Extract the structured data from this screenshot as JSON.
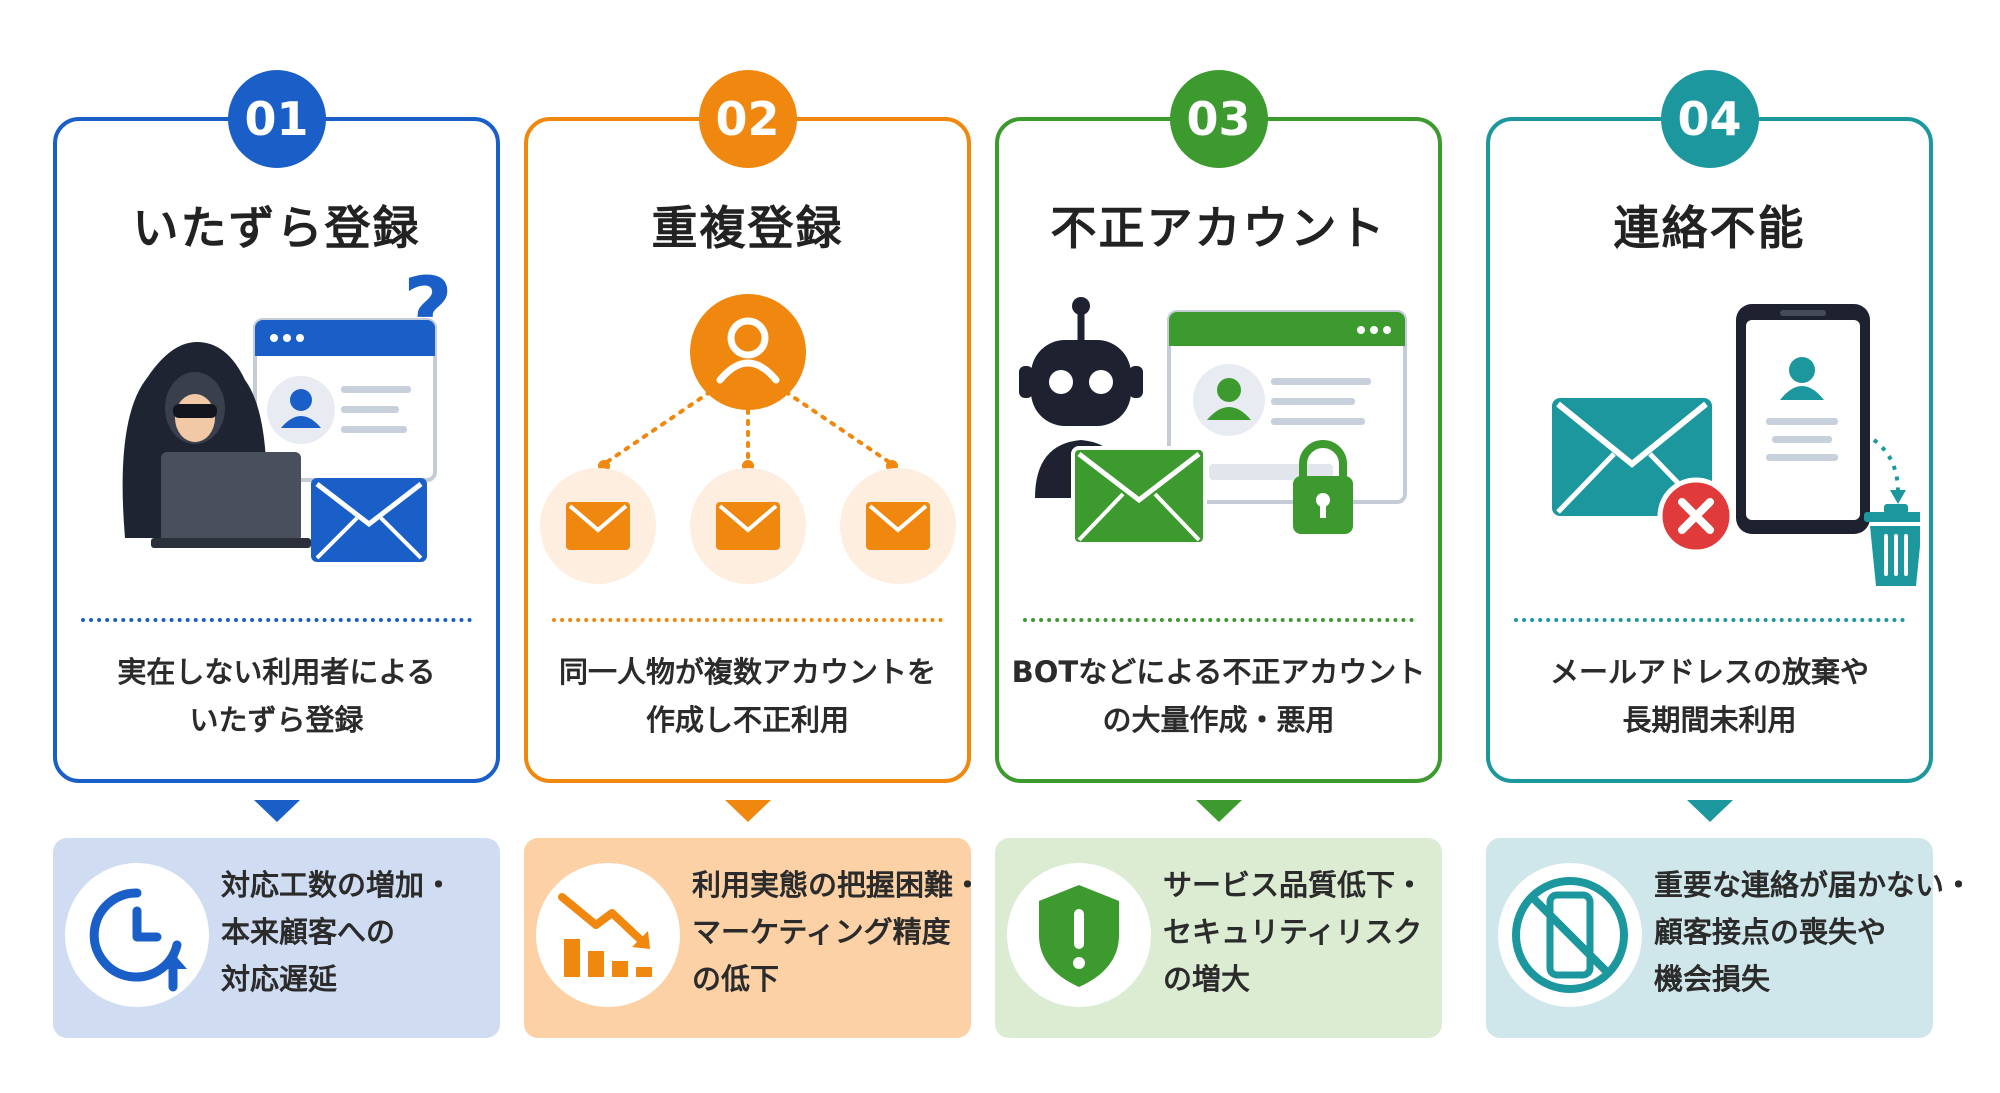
{
  "colors": {
    "blue": "#1a5fc8",
    "blue_bg": "#cfdcf2",
    "orange": "#f0870e",
    "orange_bg": "#fbd1a5",
    "green": "#3d9a2e",
    "green_bg": "#dcecd3",
    "teal": "#1c979e",
    "teal_bg": "#cfe7ea"
  },
  "columns": [
    {
      "number": "01",
      "title": "いたずら登録",
      "description": [
        "実在しない利用者による",
        "いたずら登録"
      ],
      "impact": [
        "対応工数の増加・",
        "本来顧客への",
        "対応遅延"
      ],
      "illustration_icons": [
        "hooded-hacker-icon",
        "laptop-icon",
        "browser-window-icon",
        "user-profile-icon",
        "envelope-icon",
        "question-mark-icon"
      ],
      "impact_icon": "clock-up-arrow-icon"
    },
    {
      "number": "02",
      "title": "重複登録",
      "description": [
        "同一人物が複数アカウントを",
        "作成し不正利用"
      ],
      "impact": [
        "利用実態の把握困難・",
        "マーケティング精度",
        "の低下"
      ],
      "illustration_icons": [
        "user-circle-icon",
        "envelope-icon",
        "envelope-icon",
        "envelope-icon"
      ],
      "impact_icon": "declining-chart-icon"
    },
    {
      "number": "03",
      "title": "不正アカウント",
      "description": [
        "BOTなどによる不正アカウント",
        "の大量作成・悪用"
      ],
      "impact": [
        "サービス品質低下・",
        "セキュリティリスク",
        "の増大"
      ],
      "illustration_icons": [
        "robot-icon",
        "browser-window-icon",
        "user-profile-icon",
        "envelope-icon",
        "padlock-icon"
      ],
      "impact_icon": "shield-warning-icon"
    },
    {
      "number": "04",
      "title": "連絡不能",
      "description": [
        "メールアドレスの放棄や",
        "長期間未利用"
      ],
      "impact": [
        "重要な連絡が届かない・",
        "顧客接点の喪失や",
        "機会損失"
      ],
      "illustration_icons": [
        "envelope-error-icon",
        "smartphone-icon",
        "user-profile-icon",
        "trash-can-icon"
      ],
      "impact_icon": "no-phone-icon"
    }
  ]
}
